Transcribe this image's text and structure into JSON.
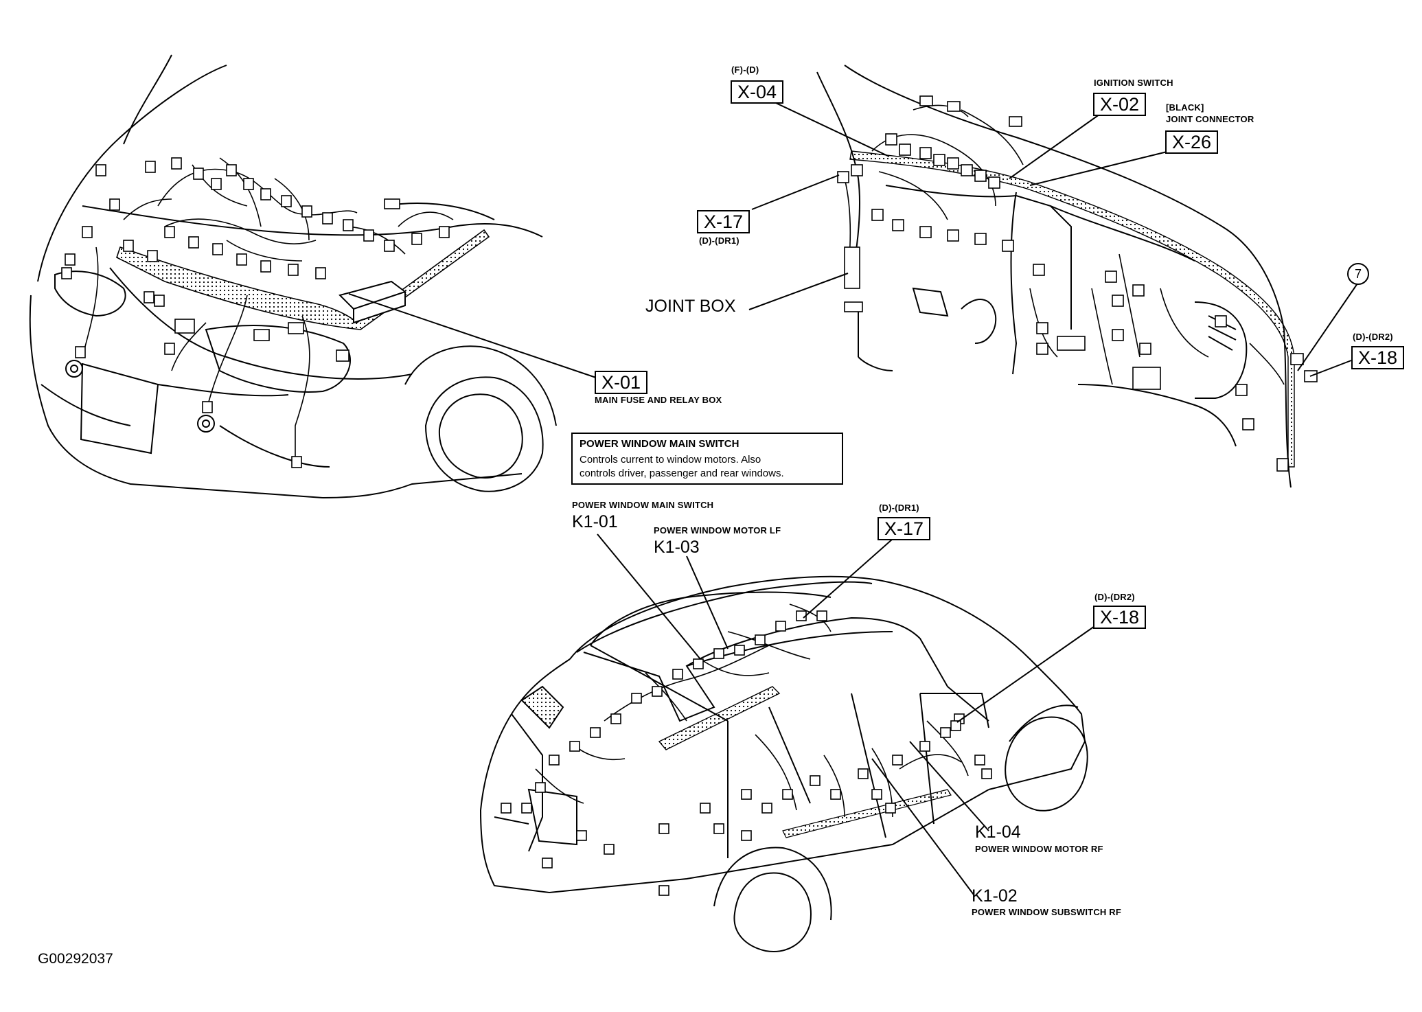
{
  "figure_id": "G00292037",
  "info_panel": {
    "title": "POWER WINDOW MAIN SWITCH",
    "desc_line1": "Controls current to window motors. Also",
    "desc_line2": "controls driver, passenger and rear windows."
  },
  "callouts": {
    "x04": {
      "code": "X-04",
      "tag": "(F)-(D)"
    },
    "x02": {
      "code": "X-02",
      "caption": "IGNITION SWITCH"
    },
    "x26": {
      "code": "X-26",
      "caption1": "[BLACK]",
      "caption2": "JOINT CONNECTOR"
    },
    "x17_top": {
      "code": "X-17",
      "tag": "(D)-(DR1)"
    },
    "joint_box": {
      "caption": "JOINT BOX"
    },
    "seven": {
      "code": "7"
    },
    "x18_top": {
      "code": "X-18",
      "tag": "(D)-(DR2)"
    },
    "x01": {
      "code": "X-01",
      "caption": "MAIN FUSE AND RELAY BOX"
    },
    "k101": {
      "code": "K1-01",
      "caption": "POWER WINDOW MAIN SWITCH"
    },
    "k103": {
      "code": "K1-03",
      "caption": "POWER WINDOW MOTOR LF"
    },
    "x17_bot": {
      "code": "X-17",
      "tag": "(D)-(DR1)"
    },
    "x18_bot": {
      "code": "X-18",
      "tag": "(D)-(DR2)"
    },
    "k104": {
      "code": "K1-04",
      "caption": "POWER WINDOW MOTOR RF"
    },
    "k102": {
      "code": "K1-02",
      "caption": "POWER WINDOW SUBSWITCH RF"
    }
  }
}
